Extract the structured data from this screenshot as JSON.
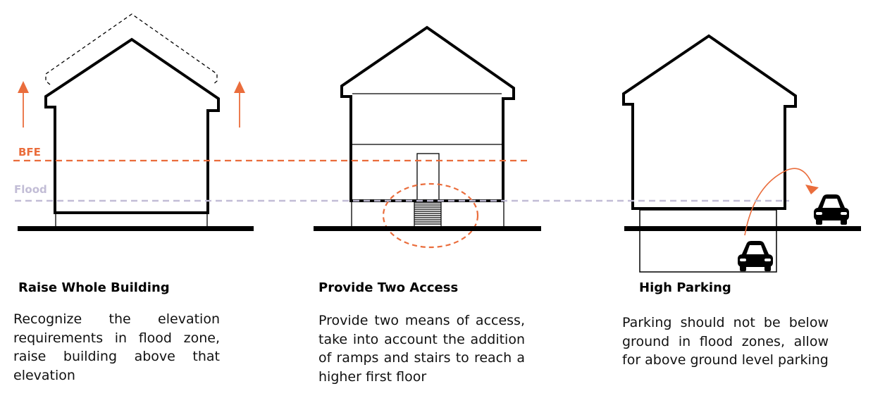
{
  "levels": {
    "bfe_label": "BFE",
    "flood_label": "Flood"
  },
  "colors": {
    "accent": "#EA6D3C",
    "flood": "#C2BDD6",
    "line": "#000000",
    "text": "#111111"
  },
  "panels": [
    {
      "title": "Raise Whole Building",
      "description": "Recognize the elevation requirements in flood zone, raise building above that elevation"
    },
    {
      "title": "Provide Two Access",
      "description": "Provide two means of access, take into account the addition of ramps and stairs to reach a higher first floor"
    },
    {
      "title": "High Parking",
      "description": "Parking should not be below ground in flood zones, allow for above ground level parking"
    }
  ],
  "icons": [
    "arrow-up-icon",
    "curved-arrow-icon",
    "car-icon"
  ]
}
